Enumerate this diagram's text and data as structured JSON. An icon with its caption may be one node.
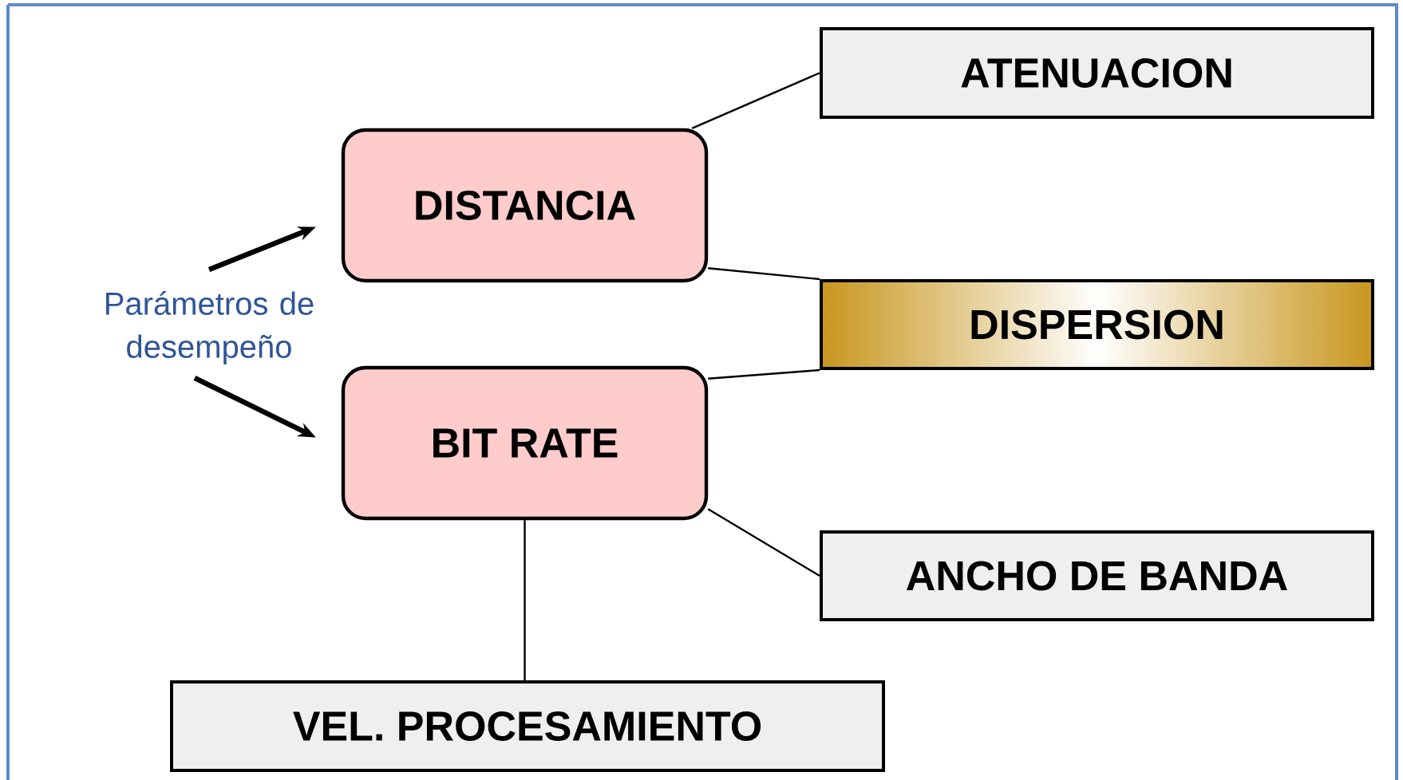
{
  "diagram": {
    "nodes": [
      {
        "text": [
          "Parámetros de desempeño"
        ]
      },
      {
        "text": [
          "DISTANCIA"
        ]
      },
      {
        "text": [
          "BIT RATE"
        ]
      },
      {
        "text": [
          "ATENUACION"
        ]
      },
      {
        "text": [
          "DISPERSION"
        ]
      },
      {
        "text": [
          "ANCHO DE BANDA"
        ]
      },
      {
        "text": [
          "VEL. PROCESAMIENTO"
        ]
      }
    ],
    "edges": [
      {
        "from": 0,
        "to": 1,
        "arrow": "to",
        "style": "thick"
      },
      {
        "from": 0,
        "to": 2,
        "arrow": "to",
        "style": "thick"
      },
      {
        "from": 1,
        "to": 3,
        "arrow": "none"
      },
      {
        "from": 1,
        "to": 4,
        "arrow": "none"
      },
      {
        "from": 2,
        "to": 4,
        "arrow": "none"
      },
      {
        "from": 2,
        "to": 5,
        "arrow": "none"
      },
      {
        "from": 2,
        "to": 6,
        "arrow": "none"
      }
    ]
  }
}
